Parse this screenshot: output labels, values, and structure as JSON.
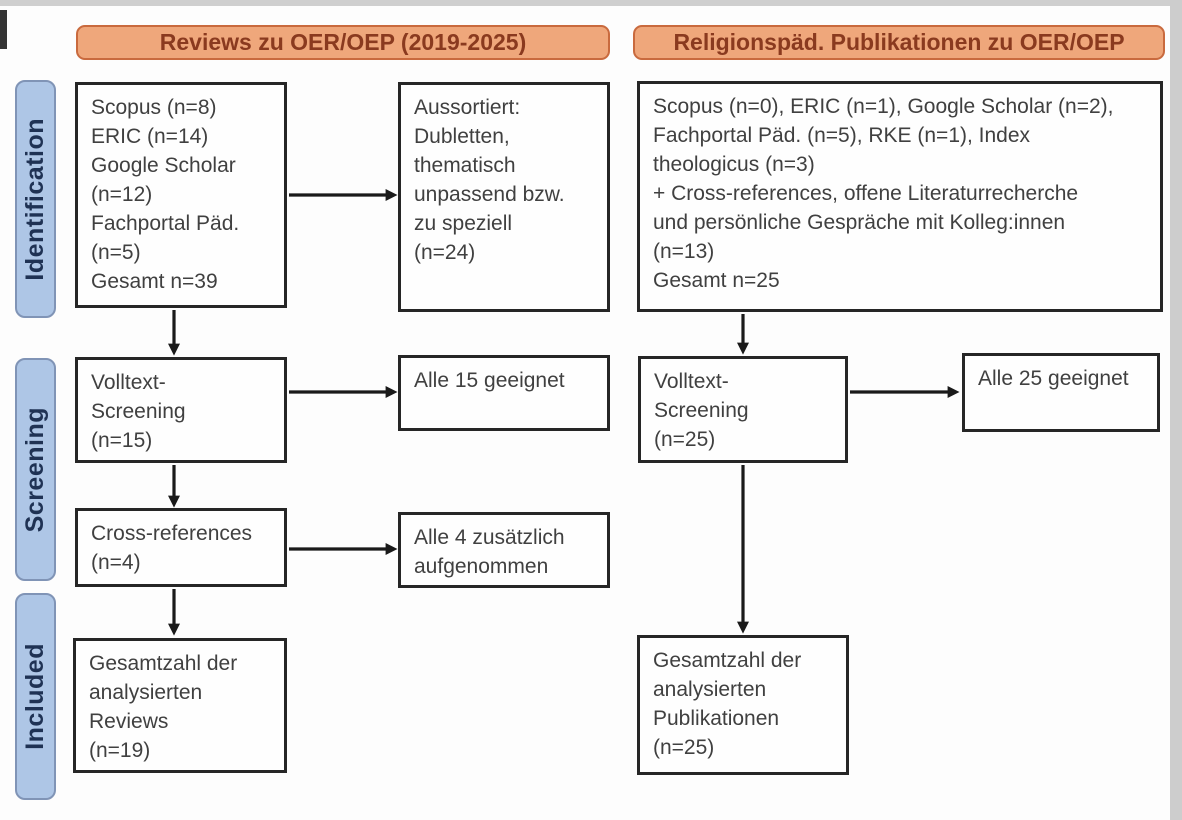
{
  "diagram_type": "prisma-flow",
  "headers": {
    "left": "Reviews zu OER/OEP (2019-2025)",
    "right": "Religionspäd. Publikationen zu OER/OEP"
  },
  "phases": [
    {
      "label": "Identification"
    },
    {
      "label": "Screening"
    },
    {
      "label": "Included"
    }
  ],
  "boxes": {
    "identification_left": "Scopus (n=8)\nERIC (n=14)\nGoogle Scholar\n(n=12)\nFachportal Päd.\n(n=5)\nGesamt n=39",
    "excluded_left": "Aussortiert:\nDubletten,\nthematisch\nunpassend bzw.\nzu speziell\n(n=24)",
    "fulltext_left": "Volltext-\nScreening\n(n=15)",
    "eligible_left": "Alle 15 geeignet",
    "crossref_left": "Cross-references\n(n=4)",
    "crossref_added_left": "Alle 4 zusätzlich\naufgenommen",
    "included_left": "Gesamtzahl der\nanalysierten\nReviews\n(n=19)",
    "identification_right": "Scopus (n=0), ERIC (n=1), Google Scholar (n=2),\nFachportal Päd. (n=5), RKE (n=1), Index\ntheologicus (n=3)\n+ Cross-references, offene Literaturrecherche\nund persönliche Gespräche mit Kolleg:innen\n(n=13)\nGesamt n=25",
    "fulltext_right": "Volltext-\nScreening\n(n=25)",
    "eligible_right": "Alle 25 geeignet",
    "included_right": "Gesamtzahl der\nanalysierten\nPublikationen\n(n=25)"
  },
  "colors": {
    "header_fill": "#efa77b",
    "header_border": "#c96a3e",
    "header_text": "#8a3a1f",
    "phase_fill": "#aec6e6",
    "phase_border": "#8094b6",
    "phase_text": "#1f3254",
    "box_border": "#262626",
    "box_text": "#404040",
    "arrow": "#1a1a1a"
  }
}
